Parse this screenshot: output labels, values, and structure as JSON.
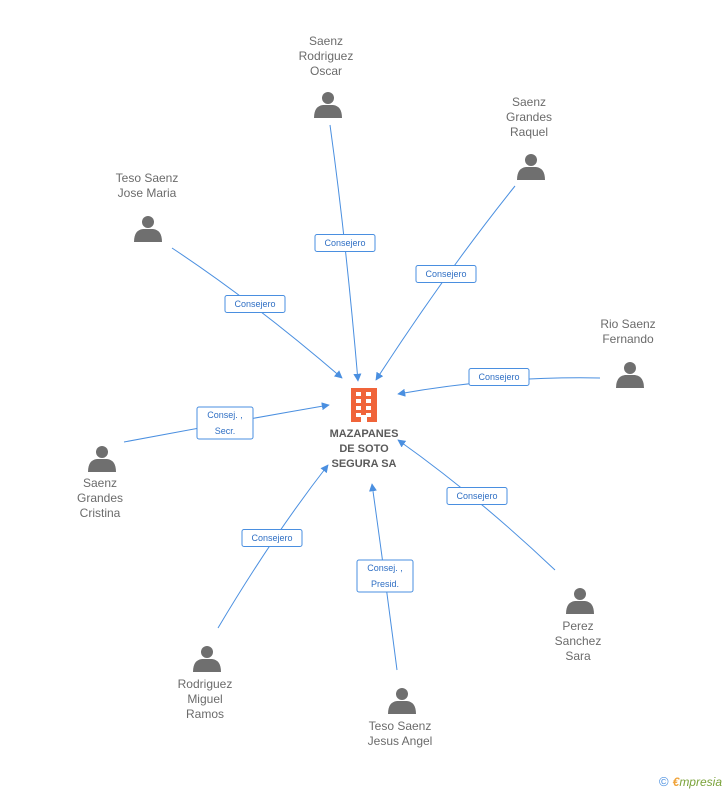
{
  "company": {
    "lines": [
      "MAZAPANES",
      "DE SOTO",
      "SEGURA SA"
    ],
    "icon": "building-icon",
    "color": "#f0643a"
  },
  "people": [
    {
      "id": "oscar",
      "lines": [
        "Saenz",
        "Rodriguez",
        "Oscar"
      ],
      "role": [
        "Consejero"
      ]
    },
    {
      "id": "raquel",
      "lines": [
        "Saenz",
        "Grandes",
        "Raquel"
      ],
      "role": [
        "Consejero"
      ]
    },
    {
      "id": "josemaria",
      "lines": [
        "Teso Saenz",
        "Jose Maria"
      ],
      "role": [
        "Consejero"
      ]
    },
    {
      "id": "fernando",
      "lines": [
        "Rio Saenz",
        "Fernando"
      ],
      "role": [
        "Consejero"
      ]
    },
    {
      "id": "cristina",
      "lines": [
        "Saenz",
        "Grandes",
        "Cristina"
      ],
      "role": [
        "Consej. ,",
        "Secr."
      ]
    },
    {
      "id": "sara",
      "lines": [
        "Perez",
        "Sanchez",
        "Sara"
      ],
      "role": [
        "Consejero"
      ]
    },
    {
      "id": "miguel",
      "lines": [
        "Rodriguez",
        "Miguel",
        "Ramos"
      ],
      "role": [
        "Consejero"
      ]
    },
    {
      "id": "jesus",
      "lines": [
        "Teso Saenz",
        "Jesus Angel"
      ],
      "role": [
        "Consej. ,",
        "Presid."
      ]
    }
  ],
  "colors": {
    "edge": "#4a8fe0",
    "person": "#6f6f6f"
  },
  "footer": {
    "copyright_symbol": "©",
    "brand_initial": "€",
    "brand_rest": "mpresia"
  }
}
